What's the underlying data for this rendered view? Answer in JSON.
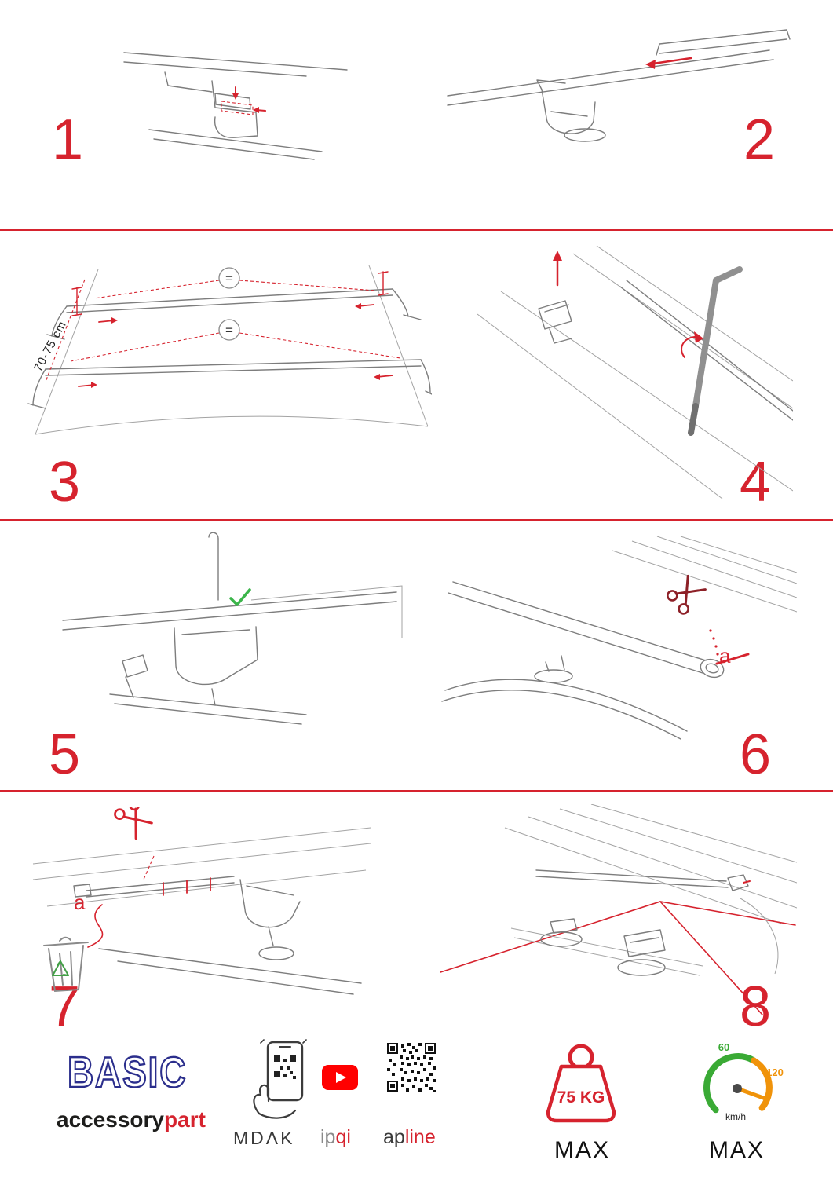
{
  "colors": {
    "accent_red": "#d6232e",
    "brand_blue": "#2b2e8c",
    "success_green": "#3bb54a",
    "eco_green": "#43a047",
    "gauge_green": "#3aaa35",
    "gauge_orange": "#f0930a",
    "youtube_red": "#ff0000",
    "drawing_gray": "#7d7d7d"
  },
  "steps": [
    {
      "number": "1"
    },
    {
      "number": "2"
    },
    {
      "number": "3",
      "dimension_label": "70-75 cm",
      "equal_sign": "="
    },
    {
      "number": "4"
    },
    {
      "number": "5"
    },
    {
      "number": "6",
      "part_label": "a"
    },
    {
      "number": "7",
      "part_label": "a"
    },
    {
      "number": "8"
    }
  ],
  "icons": {
    "check": "✓",
    "scissors": "✂",
    "recycle": "♻",
    "equals": "="
  },
  "footer": {
    "brand_title": "BASIC",
    "brand_sub_black": "accessory",
    "brand_sub_red": "part",
    "partner_mdak": "MDΛK",
    "partner_ipqi_gray": "ip",
    "partner_ipqi_red": "qi",
    "partner_apline_black": "ap",
    "partner_apline_red": "line",
    "weight_value": "75 KG",
    "weight_max_label": "MAX",
    "speed_tick_low": "60",
    "speed_tick_high": "120",
    "speed_unit": "km/h",
    "speed_max_label": "MAX"
  }
}
